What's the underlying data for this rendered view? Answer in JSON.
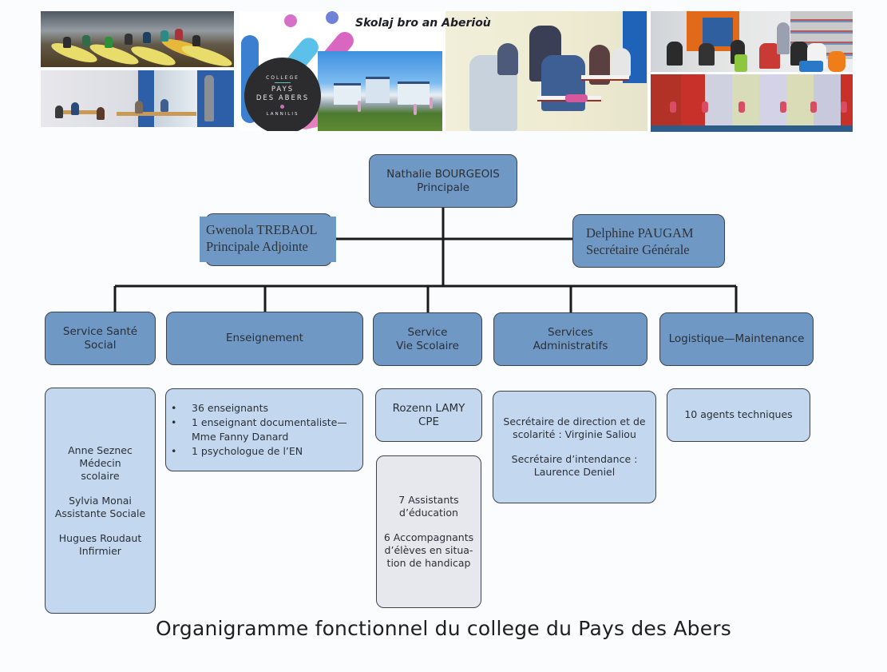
{
  "banner": {
    "motto": "Skolaj bro an Aberioù",
    "logo": {
      "line1": "COLLEGE",
      "line2": "PAYS",
      "line3": "DES ABERS",
      "line4": "LANNILIS"
    },
    "photos": [
      {
        "name": "kayak-photo",
        "subject": "students in kayaks"
      },
      {
        "name": "classroom-photo",
        "subject": "classroom with teacher"
      },
      {
        "name": "school-building-photo",
        "subject": "college building"
      },
      {
        "name": "students-working-photo",
        "subject": "students at desks"
      },
      {
        "name": "library-photo",
        "subject": "students in library"
      },
      {
        "name": "gym-photo",
        "subject": "students stretching in gym"
      }
    ]
  },
  "org_chart": {
    "principal": {
      "name": "Nathalie BOURGEOIS",
      "role": "Principale"
    },
    "deputy": {
      "name": "Gwenola TREBAOL",
      "role": "Principale Adjointe"
    },
    "secretary_general": {
      "name": "Delphine PAUGAM",
      "role": "Secrétaire Générale"
    },
    "services": [
      {
        "title_lines": [
          "Service Santé",
          "Social"
        ],
        "details": {
          "groups": [
            [
              "Anne Seznec",
              "Médecin",
              "scolaire"
            ],
            [
              "Sylvia Monai",
              "Assistante Sociale"
            ],
            [
              "Hugues Roudaut",
              "Infirmier"
            ]
          ]
        }
      },
      {
        "title_lines": [
          "Enseignement"
        ],
        "details": {
          "bullets": [
            [
              "36 enseignants"
            ],
            [
              "1 enseignant documentaliste—",
              "Mme Fanny Danard"
            ],
            [
              "1 psychologue de l’EN"
            ]
          ]
        }
      },
      {
        "title_lines": [
          "Service",
          "Vie Scolaire"
        ],
        "details": {
          "cpe": [
            "Rozenn LAMY",
            "CPE"
          ],
          "groups": [
            [
              "7 Assistants",
              "d’éducation"
            ],
            [
              "6 Accompagnants",
              "d’élèves en situa-",
              "tion de handicap"
            ]
          ]
        }
      },
      {
        "title_lines": [
          "Services",
          "Administratifs"
        ],
        "details": {
          "groups": [
            [
              "Secrétaire de direction et de",
              "scolarité : Virginie Saliou"
            ],
            [
              "Secrétaire d’intendance :",
              "Laurence Deniel"
            ]
          ]
        }
      },
      {
        "title_lines": [
          "Logistique—Maintenance"
        ],
        "details": {
          "groups": [
            [
              "10 agents techniques"
            ]
          ]
        }
      }
    ]
  },
  "caption": "Organigramme fonctionnel du college du Pays des Abers",
  "colors": {
    "head_box": "#6f98c4",
    "detail_box": "#c3d8ef",
    "grey_box": "#e7e8ee",
    "border": "#3b4250",
    "connector": "#1a1a1a"
  }
}
